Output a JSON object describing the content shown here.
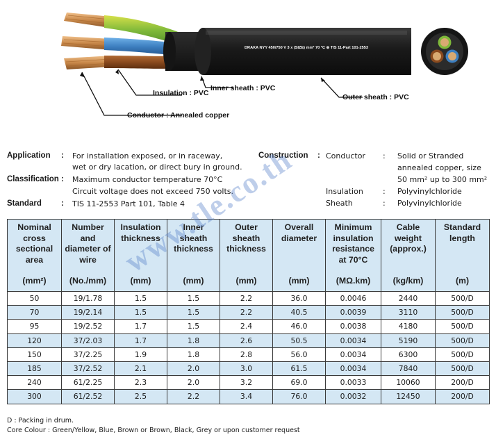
{
  "illustration": {
    "printed_legend": "DRAKA NYY 450/750 V 3 x (SIZE) mm² 70 °C",
    "printed_standard": "TIS 11-Part 101-2553",
    "callouts": {
      "insulation": "Insulation : PVC",
      "inner_sheath": "Inner sheath : PVC",
      "outer_sheath": "Outer sheath : PVC",
      "conductor": "Conductor : Annealed copper"
    },
    "colors": {
      "sheath": "#1c1c1c",
      "copper": "#c9894a",
      "core_green_yellow": "#8fc13e",
      "core_blue": "#3d7fc0",
      "core_brown": "#8a4a1e"
    }
  },
  "specs": {
    "application_label": "Application",
    "application_line1": "For installation exposed, or in raceway,",
    "application_line2": "wet or dry lacation, or direct bury in ground.",
    "classification_label": "Classification",
    "classification_line1": "Maximum conductor temperature 70°C",
    "classification_line2": "Circuit voltage does not exceed 750 volts.",
    "standard_label": "Standard",
    "standard_value": "TIS 11-2553 Part 101, Table 4",
    "construction_label": "Construction",
    "conductor_label": "Conductor",
    "conductor_line1": "Solid or Stranded",
    "conductor_line2": "annealed copper, size",
    "conductor_line3": "50 mm² up to 300 mm²",
    "insulation_label": "Insulation",
    "insulation_value": "Polyvinylchloride",
    "sheath_label": "Sheath",
    "sheath_value": "Polyvinylchloride",
    "separator": ":"
  },
  "watermark": "www.tle.co.th",
  "table": {
    "columns": [
      {
        "title": "Nominal cross sectional area",
        "unit": "(mm²)"
      },
      {
        "title": "Number and diameter of wire",
        "unit": "(No./mm)"
      },
      {
        "title": "Insulation thickness",
        "unit": "(mm)"
      },
      {
        "title": "Inner sheath thickness",
        "unit": "(mm)"
      },
      {
        "title": "Outer sheath thickness",
        "unit": "(mm)"
      },
      {
        "title": "Overall diameter",
        "unit": "(mm)"
      },
      {
        "title": "Minimum insulation resistance at 70°C",
        "unit": "(MΩ.km)"
      },
      {
        "title": "Cable weight (approx.)",
        "unit": "(kg/km)"
      },
      {
        "title": "Standard length",
        "unit": "(m)"
      }
    ],
    "rows": [
      [
        "50",
        "19/1.78",
        "1.5",
        "1.5",
        "2.2",
        "36.0",
        "0.0046",
        "2440",
        "500/D"
      ],
      [
        "70",
        "19/2.14",
        "1.5",
        "1.5",
        "2.2",
        "40.5",
        "0.0039",
        "3110",
        "500/D"
      ],
      [
        "95",
        "19/2.52",
        "1.7",
        "1.5",
        "2.4",
        "46.0",
        "0.0038",
        "4180",
        "500/D"
      ],
      [
        "120",
        "37/2.03",
        "1.7",
        "1.8",
        "2.6",
        "50.5",
        "0.0034",
        "5190",
        "500/D"
      ],
      [
        "150",
        "37/2.25",
        "1.9",
        "1.8",
        "2.8",
        "56.0",
        "0.0034",
        "6300",
        "500/D"
      ],
      [
        "185",
        "37/2.52",
        "2.1",
        "2.0",
        "3.0",
        "61.5",
        "0.0034",
        "7840",
        "500/D"
      ],
      [
        "240",
        "61/2.25",
        "2.3",
        "2.0",
        "3.2",
        "69.0",
        "0.0033",
        "10060",
        "200/D"
      ],
      [
        "300",
        "61/2.52",
        "2.5",
        "2.2",
        "3.4",
        "76.0",
        "0.0032",
        "12450",
        "200/D"
      ]
    ]
  },
  "notes": {
    "line1": "D : Packing in drum.",
    "line2": "Core Colour : Green/Yellow, Blue, Brown or Brown, Black, Grey or upon customer request"
  }
}
